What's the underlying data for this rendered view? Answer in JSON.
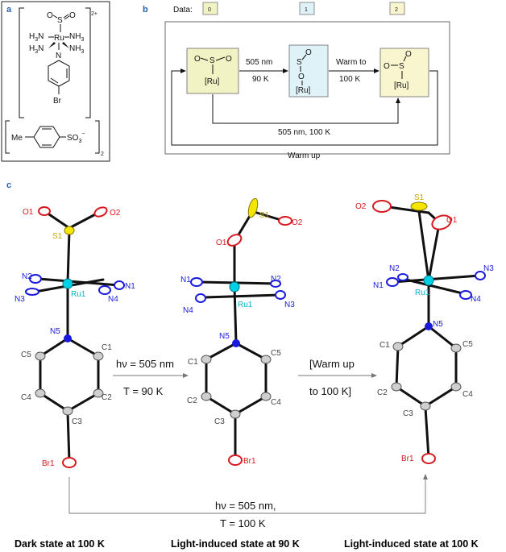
{
  "panel_a": {
    "letter": "a",
    "charge": "2+",
    "subscript": "2",
    "atoms": {
      "S": "S",
      "O": "O",
      "Ru": "Ru",
      "NH3": "NH",
      "three": "3",
      "N": "N",
      "Br": "Br",
      "Me": "Me",
      "SO3": "SO",
      "minus": "−"
    },
    "h3n": "H",
    "h3n_sub": "3",
    "h3n_n": "N"
  },
  "panel_b": {
    "letter": "b",
    "data_label": "Data:",
    "data_boxes": [
      "0",
      "1",
      "2"
    ],
    "ru_label": "[Ru]",
    "atom_s": "S",
    "atom_o": "O",
    "arrow1": [
      "505 nm",
      "90 K"
    ],
    "arrow2": [
      "Warm to",
      "100 K"
    ],
    "bottom_inner": "505 nm, 100 K",
    "bottom_outer": "Warm up",
    "colors": {
      "box0": "#f2f3c4",
      "box1": "#dff2f7",
      "box2": "#f8f5cf"
    }
  },
  "panel_c": {
    "letter": "c",
    "structure1": {
      "O1": "O1",
      "O2": "O2",
      "S1": "S1",
      "N1": "N1",
      "N2": "N2",
      "N3": "N3",
      "N4": "N4",
      "Ru1": "Ru1",
      "N5": "N5",
      "C1": "C1",
      "C2": "C2",
      "C3": "C3",
      "C4": "C4",
      "C5": "C5",
      "Br1": "Br1"
    },
    "structure2": {
      "O1": "O1",
      "O2": "O2",
      "S1": "S1",
      "N1": "N1",
      "N2": "N2",
      "N3": "N3",
      "N4": "N4",
      "Ru1": "Ru1",
      "N5": "N5",
      "C1": "C1",
      "C2": "C2",
      "C3": "C3",
      "C4": "C4",
      "C5": "C5",
      "Br1": "Br1"
    },
    "structure3": {
      "O1": "O1",
      "O2": "O2",
      "S1": "S1",
      "N1": "N1",
      "N2": "N2",
      "N3": "N3",
      "N4": "N4",
      "Ru1": "Ru1",
      "N5": "N5",
      "C1": "C1",
      "C2": "C2",
      "C3": "C3",
      "C4": "C4",
      "C5": "C5",
      "Br1": "Br1"
    },
    "arrow1": [
      "hν = 505 nm",
      "T = 90 K"
    ],
    "arrow2": [
      "[Warm up",
      "to 100 K]"
    ],
    "bottom_arrow": [
      "hν = 505 nm,",
      "T = 100 K"
    ],
    "captions": [
      "Dark state at 100 K",
      "Light-induced state at 90 K",
      "Light-induced state at 100 K"
    ],
    "colors": {
      "oxygen": "#d71920",
      "sulfur": "#e8d800",
      "nitrogen": "#1a1adb",
      "ruthenium": "#00d0e6",
      "carbon": "#bdbdbd"
    }
  }
}
